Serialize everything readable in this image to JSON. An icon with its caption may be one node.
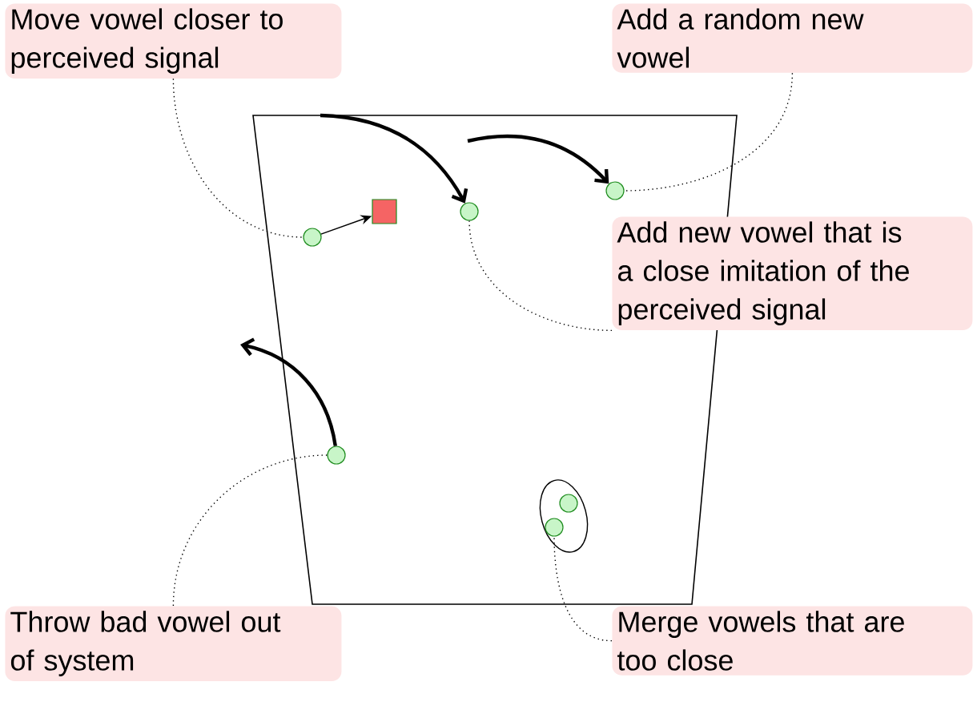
{
  "diagram": {
    "nodes": [
      {
        "text": [
          "Move vowel closer to perceived signal"
        ]
      },
      {
        "text": [
          "Add a random new vowel"
        ]
      },
      {
        "text": [
          "Add new vowel that is a close imitation of the perceived signal"
        ]
      },
      {
        "text": [
          "Throw bad vowel out of system"
        ]
      },
      {
        "text": [
          "Merge vowels that are too close"
        ]
      },
      {
        "text": [],
        "shape": "circle"
      },
      {
        "text": [],
        "shape": "box"
      },
      {
        "text": [],
        "shape": "circle"
      },
      {
        "text": [],
        "shape": "circle"
      },
      {
        "text": [],
        "shape": "circle"
      },
      {
        "text": [],
        "shape": "ellipse"
      },
      {
        "text": [],
        "shape": "circle",
        "in": 10
      },
      {
        "text": [],
        "shape": "circle",
        "in": 10
      }
    ],
    "edges": [
      {
        "from": 5,
        "to": 6,
        "arrow": "to"
      },
      {
        "from": null,
        "to": 7,
        "arrow": "to",
        "style": "thick"
      },
      {
        "from": null,
        "to": 8,
        "arrow": "to",
        "style": "thick"
      },
      {
        "from": 9,
        "to": null,
        "arrow": "to",
        "style": "thick"
      },
      {
        "from": 0,
        "to": 5,
        "arrow": "none",
        "style": "dashed"
      },
      {
        "from": 1,
        "to": 8,
        "arrow": "none",
        "style": "dashed"
      },
      {
        "from": 2,
        "to": 7,
        "arrow": "none",
        "style": "dashed"
      },
      {
        "from": 3,
        "to": 9,
        "arrow": "none",
        "style": "dashed"
      },
      {
        "from": 4,
        "to": 12,
        "arrow": "none",
        "style": "dashed"
      }
    ]
  }
}
